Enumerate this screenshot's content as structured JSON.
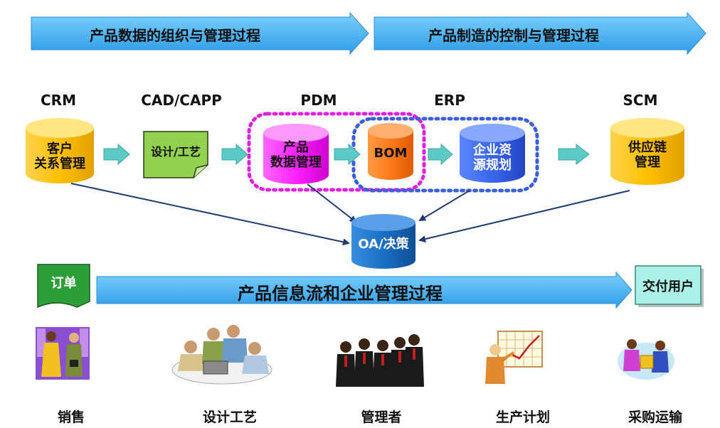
{
  "banners": {
    "top_left": "产品数据的组织与管理过程",
    "top_right": "产品制造的控制与管理过程",
    "bottom": "产品信息流和企业管理过程"
  },
  "systems": {
    "crm": "CRM",
    "cad_capp": "CAD/CAPP",
    "pdm": "PDM",
    "erp": "ERP",
    "scm": "SCM"
  },
  "nodes": {
    "crm_line1": "客户",
    "crm_line2": "关系管理",
    "cad_line1": "设计/工艺",
    "pdm_line1": "产品",
    "pdm_line2": "数据管理",
    "bom": "BOM",
    "erp_line1": "企业资",
    "erp_line2": "源规划",
    "scm_line1": "供应链",
    "scm_line2": "管理",
    "oa": "OA/决策",
    "order": "订单",
    "delivery": "交付用户"
  },
  "roles": {
    "sales": "销售",
    "design": "设计工艺",
    "manager": "管理者",
    "planning": "生产计划",
    "purchasing": "采购运输"
  },
  "colors": {
    "banner_blue": "#3aa8ec",
    "crm_cyl": "#ffc000",
    "cad_note": "#92d050",
    "pdm_cyl": "#ff33ff",
    "bom_cyl": "#ff7a1a",
    "erp_cyl": "#3a66ee",
    "scm_cyl": "#ffc000",
    "oa_cyl": "#1a6fc4",
    "pdm_dash": "#e020e0",
    "erp_dash": "#3a5fd8",
    "teal_arrow": "#5cc9c4",
    "connector": "#1f3c72"
  }
}
